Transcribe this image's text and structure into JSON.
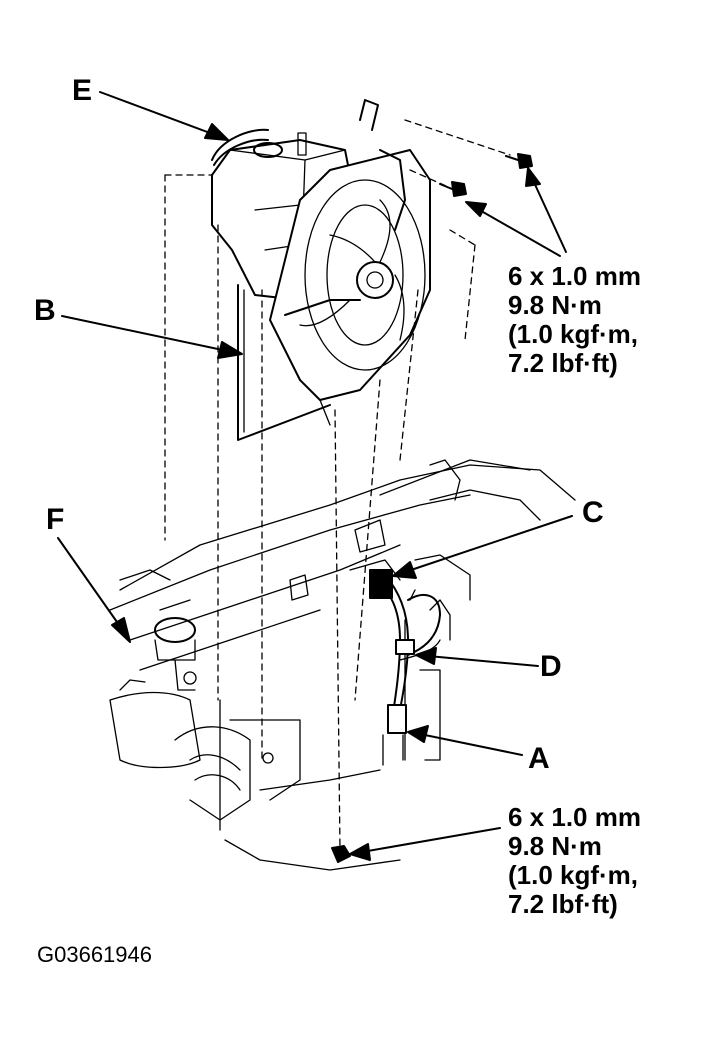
{
  "callouts": {
    "a": "A",
    "b": "B",
    "c": "C",
    "d": "D",
    "e": "E",
    "f": "F"
  },
  "spec_upper": {
    "line1": "6 x 1.0 mm",
    "line2": "9.8 N·m",
    "line3": "(1.0 kgf·m,",
    "line4": "7.2 lbf·ft)"
  },
  "spec_lower": {
    "line1": "6 x 1.0 mm",
    "line2": "9.8 N·m",
    "line3": "(1.0 kgf·m,",
    "line4": "7.2 lbf·ft)"
  },
  "figure_id": "G03661946"
}
